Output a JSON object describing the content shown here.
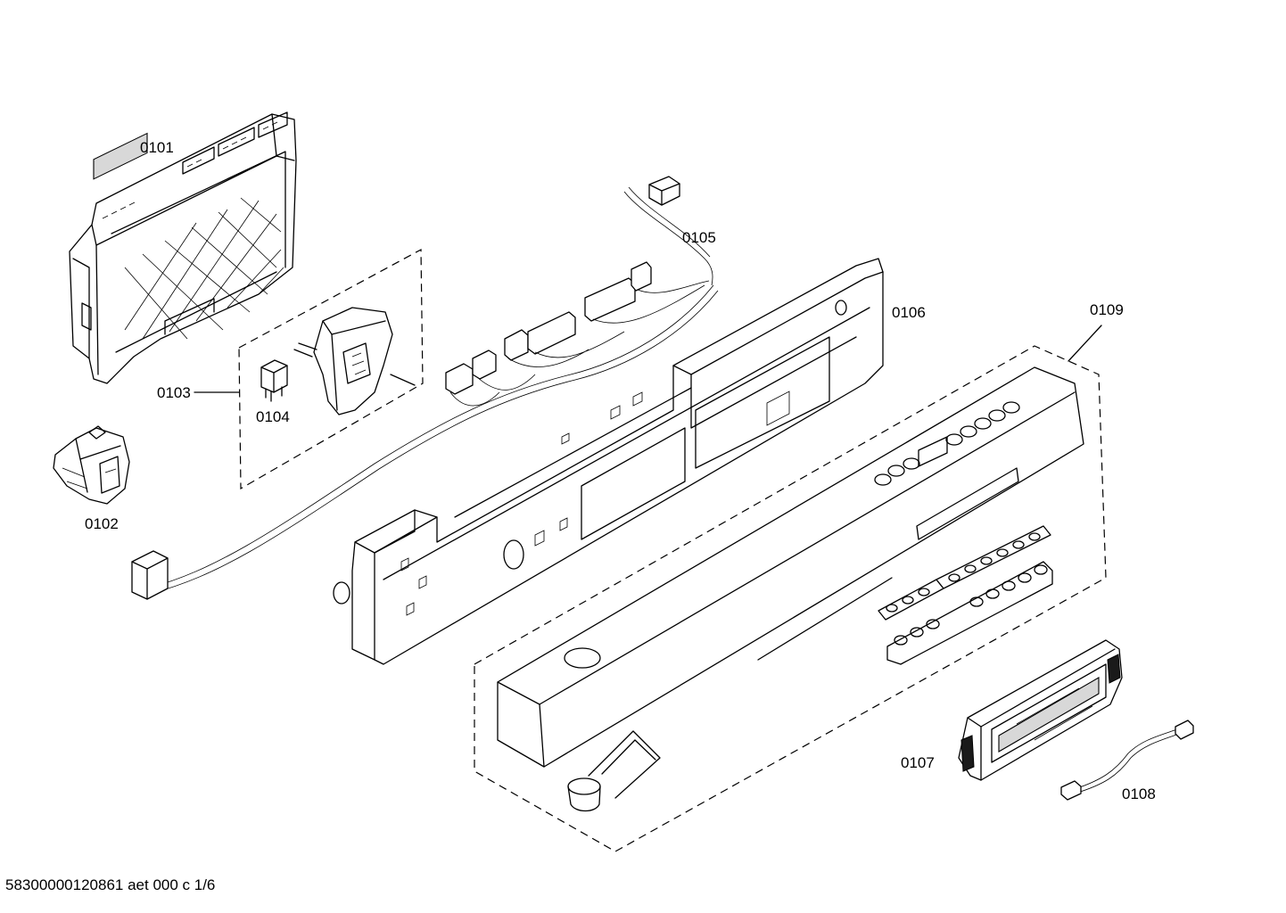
{
  "parts": [
    {
      "id": "0101"
    },
    {
      "id": "0102"
    },
    {
      "id": "0103"
    },
    {
      "id": "0104"
    },
    {
      "id": "0105"
    },
    {
      "id": "0106"
    },
    {
      "id": "0107"
    },
    {
      "id": "0108"
    },
    {
      "id": "0109"
    }
  ],
  "footer": "58300000120861 aet 000 c 1/6"
}
